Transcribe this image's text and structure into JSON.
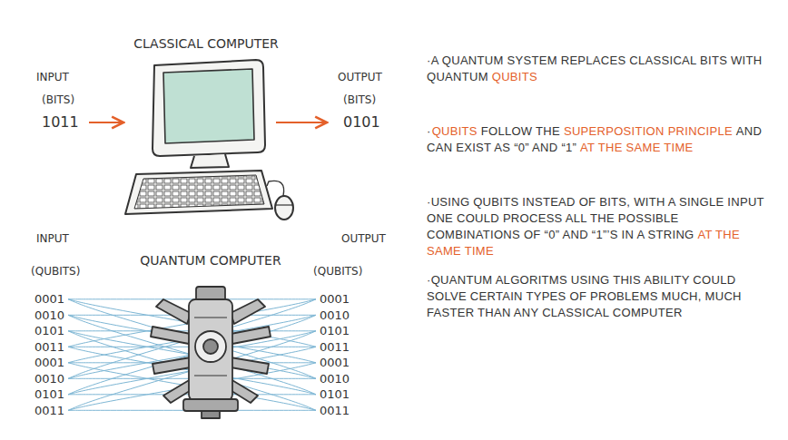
{
  "diagram": {
    "labels": [
      "CLASSICAL COMPUTER",
      "INPUT",
      "(BITS)",
      "1011",
      "OUTPUT",
      "(BITS)",
      "0101",
      "INPUT",
      "QUANTUM COMPUTER",
      "OUTPUT",
      "(QUBITS)",
      "(QUBITS)",
      "0001",
      "0010",
      "0101",
      "0011",
      "0001",
      "0010",
      "0101",
      "0011",
      "0001",
      "0010",
      "0101",
      "0011",
      "0001",
      "0010",
      "0101",
      "0011",
      "·A QUANTUM SYSTEM REPLACES CLASSICAL BITS WITH QUANTUM",
      "QUBITS",
      "·",
      "QUBITS",
      "FOLLOW THE",
      "SUPERPOSITION PRINCIPLE",
      "AND CAN EXIST AS “0” AND “1”",
      "AT THE SAME TIME",
      "·USING QUBITS INSTEAD OF BITS, WITH A SINGLE INPUT ONE COULD PROCESS ALL THE POSSIBLE COMBINATIONS OF “0” AND “1”’S IN A STRING",
      "AT THE SAME TIME",
      "·QUANTUM ALGORITMS USING THIS ABILITY COULD SOLVE CERTAIN TYPES OF PROBLEMS MUCH, MUCH FASTER THAN ANY CLASSICAL COMPUTER"
    ]
  }
}
